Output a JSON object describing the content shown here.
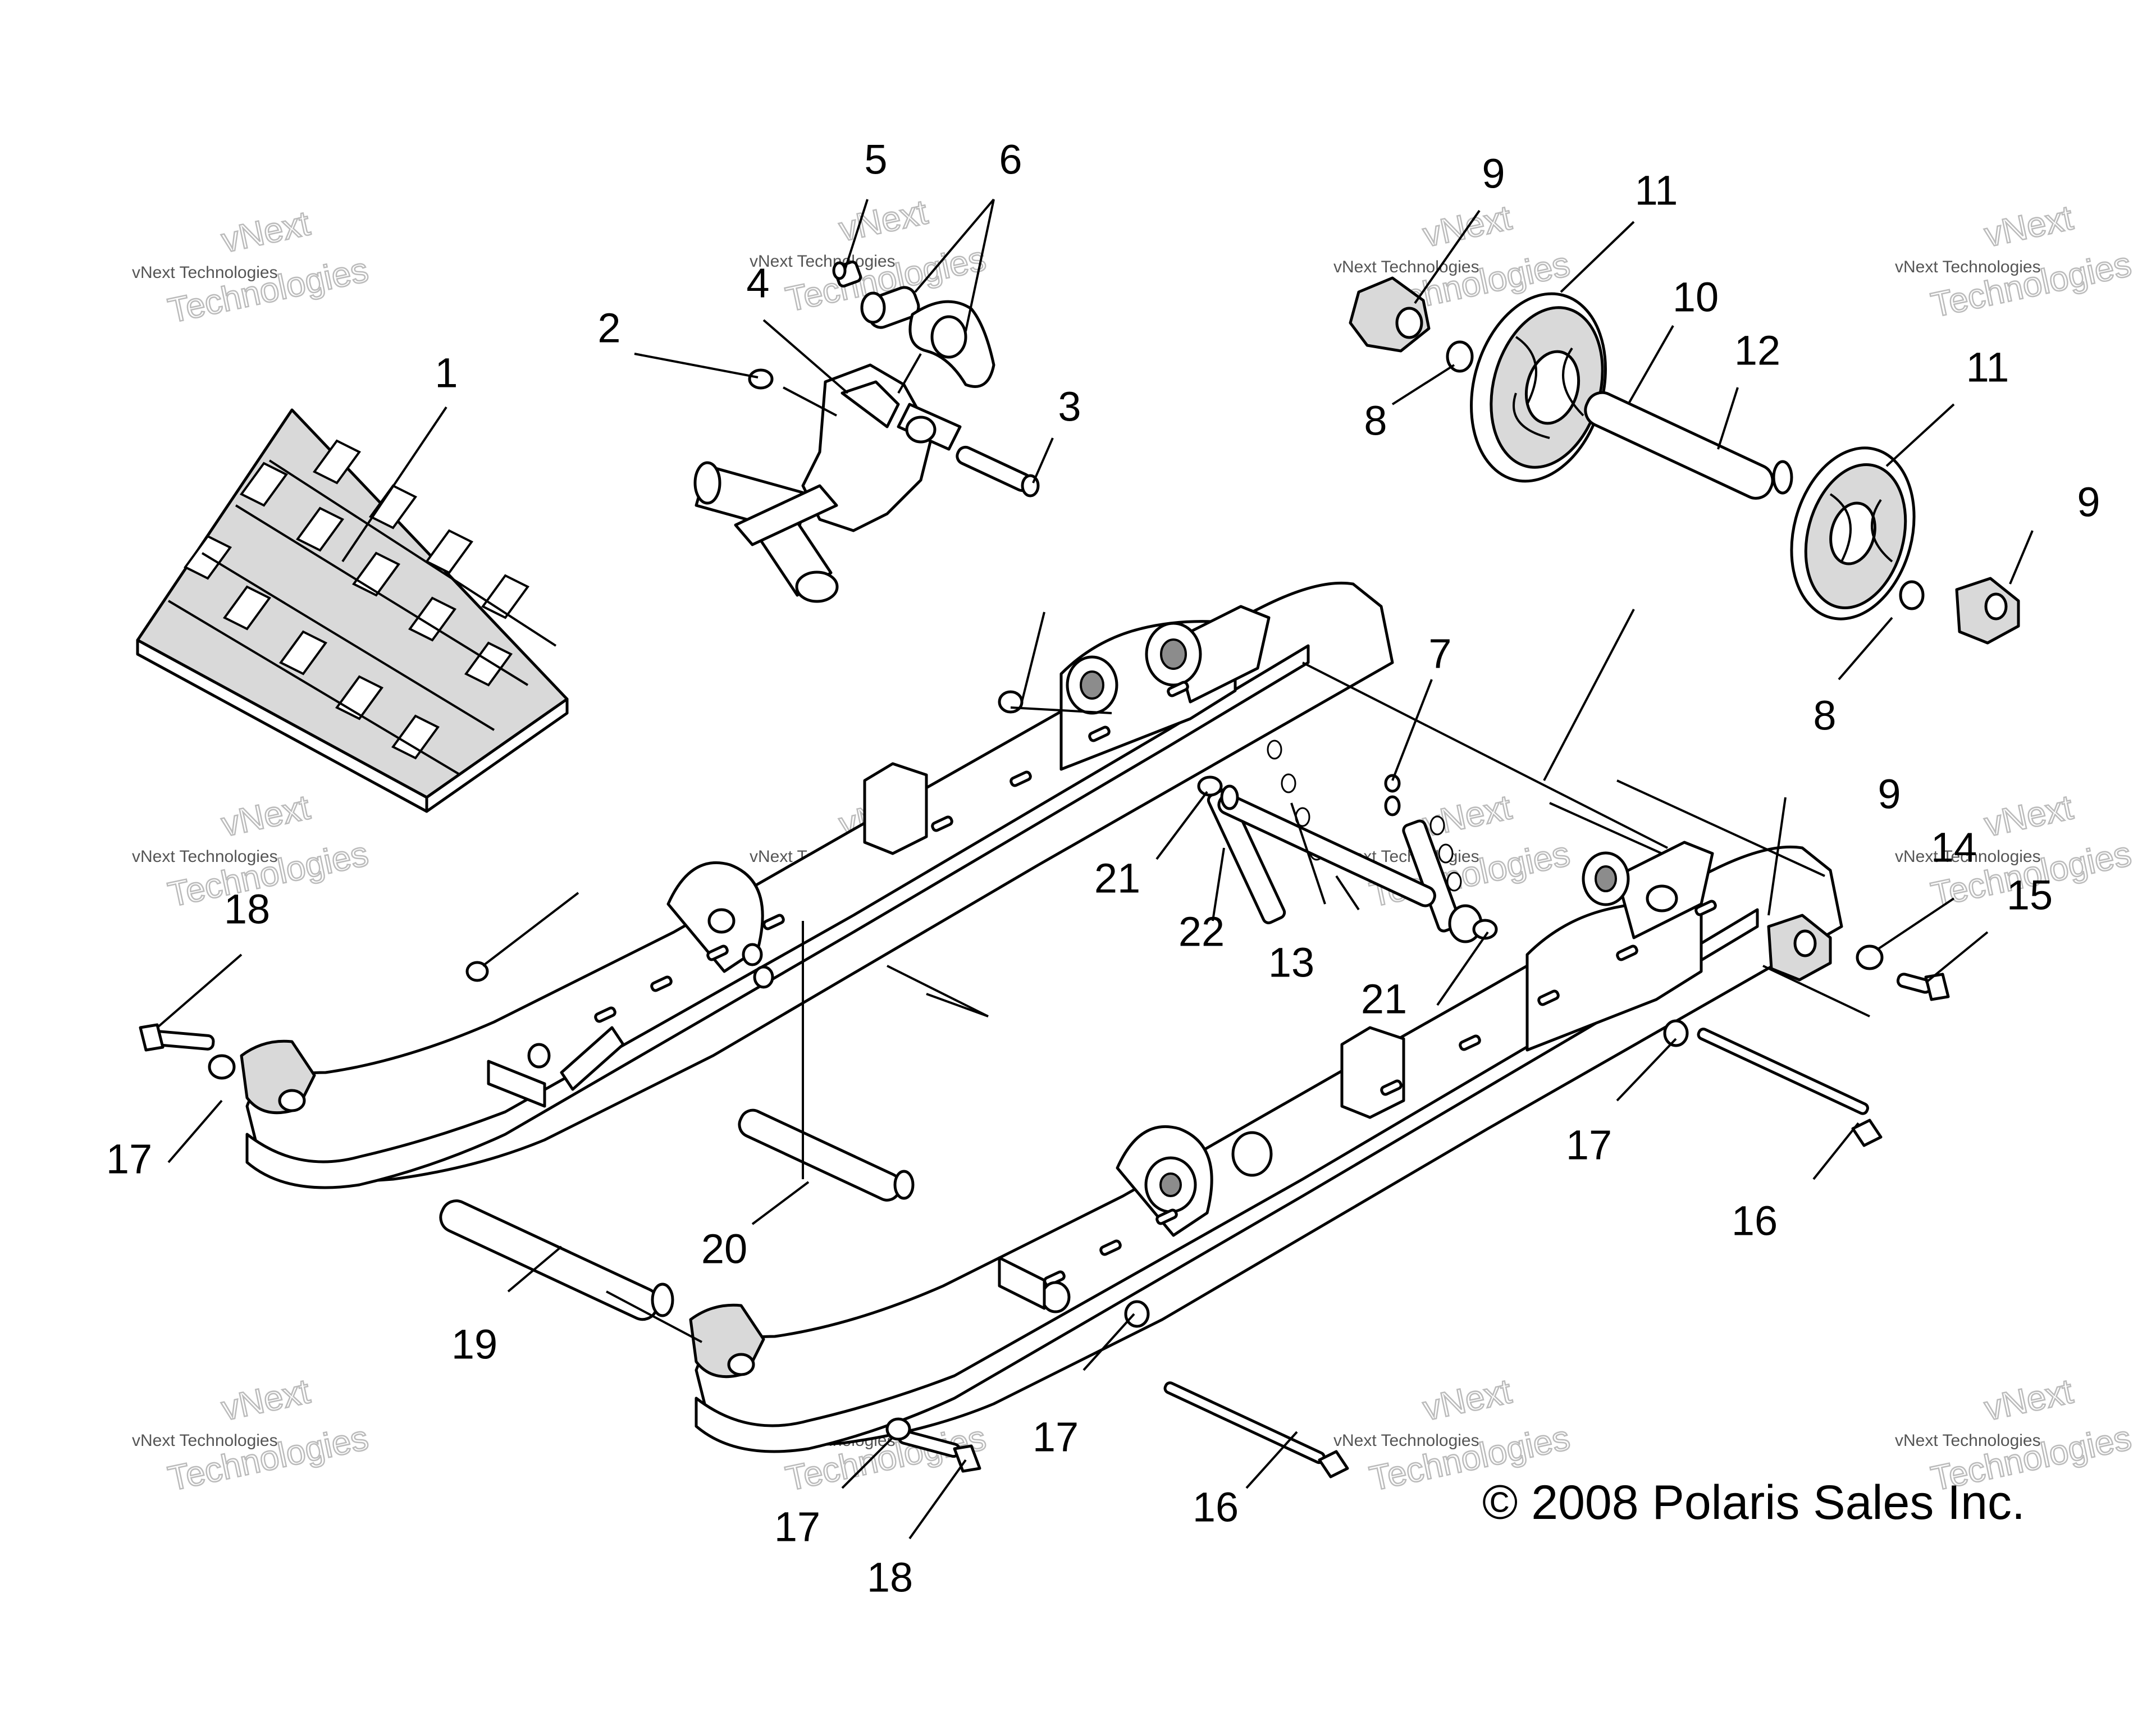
{
  "callouts": [
    "1",
    "2",
    "3",
    "4",
    "5",
    "6",
    "7",
    "8",
    "9",
    "10",
    "11",
    "12",
    "13",
    "14",
    "15",
    "16",
    "17",
    "18",
    "19",
    "20",
    "21",
    "22"
  ],
  "watermark": {
    "line1": "vNext Technologies",
    "line2_a": "vNext",
    "line2_b": "Technologies"
  },
  "copyright": "© 2008 Polaris Sales Inc."
}
